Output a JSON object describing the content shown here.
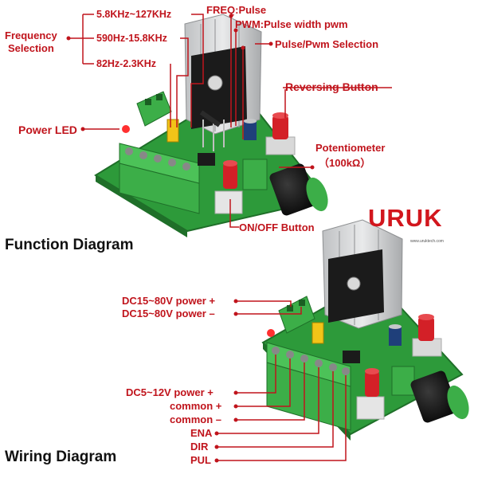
{
  "colors": {
    "label_red": "#c0141c",
    "pcb_green": "#2d9a3a",
    "terminal_green": "#3cae48",
    "heatsink": "#cfd1d3",
    "brand_red": "#d2161d"
  },
  "function_diagram": {
    "heading": "Function Diagram",
    "frequency_selection": "Frequency\nSelection",
    "freq_ranges": [
      "5.8KHz~127KHz",
      "590Hz-15.8KHz",
      "82Hz-2.3KHz"
    ],
    "freq_pulse": "FREQ:Pulse",
    "pwm": "PWM:Pulse width pwm",
    "pulse_pwm_selection": "Pulse/Pwm Selection",
    "reversing_button": "Reversing Button",
    "potentiometer": "Potentiometer",
    "potentiometer_value": "（100kΩ）",
    "power_led": "Power LED",
    "on_off_button": "ON/OFF Button"
  },
  "wiring_diagram": {
    "heading": "Wiring Diagram",
    "terminals": [
      "DC15~80V power +",
      "DC15~80V power –",
      "DC5~12V power +",
      "common +",
      "common –",
      "ENA",
      "DIR",
      "PUL"
    ]
  },
  "brand": {
    "name": "URUK",
    "url": "www.uruktech.com"
  }
}
